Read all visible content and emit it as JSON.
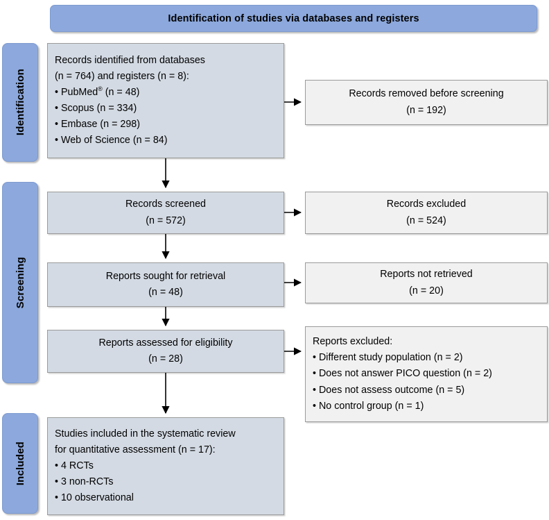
{
  "header": {
    "title": "Identification of studies via databases and registers"
  },
  "colors": {
    "banner": "#8CA8DC",
    "stage_label": "#8CA8DC",
    "main_box": "#D3DAE3",
    "side_box": "#F1F1F1",
    "border": "#9A9A9A",
    "text": "#000000"
  },
  "stages": [
    {
      "id": "identification",
      "label": "Identification"
    },
    {
      "id": "screening",
      "label": "Screening"
    },
    {
      "id": "included",
      "label": "Included"
    }
  ],
  "boxes": {
    "identified": {
      "line1": "Records identified from databases",
      "line2": "(n = 764) and registers (n = 8):",
      "bullets": [
        "• PubMed",
        "• Scopus (n = 334)",
        "• Embase (n = 298)",
        "• Web of Science (n = 84)"
      ],
      "pubmed_prefix": "• PubMed",
      "pubmed_mark": "®",
      "pubmed_suffix": " (n = 48)"
    },
    "removed": {
      "line1": "Records removed before screening",
      "line2": "(n = 192)"
    },
    "screened": {
      "line1": "Records screened",
      "line2": "(n = 572)"
    },
    "excluded": {
      "line1": "Records excluded",
      "line2": "(n = 524)"
    },
    "sought": {
      "line1": "Reports sought for retrieval",
      "line2": "(n = 48)"
    },
    "not_retrieved": {
      "line1": "Reports not retrieved",
      "line2": "(n = 20)"
    },
    "assessed": {
      "line1": "Reports assessed for eligibility",
      "line2": "(n = 28)"
    },
    "reports_excluded": {
      "heading": "Reports excluded:",
      "bullets": [
        "• Different study population (n = 2)",
        "• Does not answer PICO question (n = 2)",
        "• Does not assess outcome (n = 5)",
        "• No control group (n = 1)"
      ]
    },
    "included": {
      "line1": "Studies included in the systematic review",
      "line2": "for quantitative assessment (n = 17):",
      "bullets": [
        "• 4 RCTs",
        "• 3 non-RCTs",
        "• 10 observational"
      ]
    }
  }
}
